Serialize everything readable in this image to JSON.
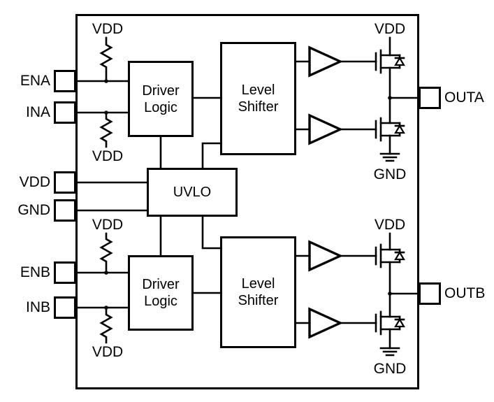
{
  "diagram": {
    "left_pins": [
      {
        "label": "ENA"
      },
      {
        "label": "INA"
      },
      {
        "label": "VDD"
      },
      {
        "label": "GND"
      },
      {
        "label": "ENB"
      },
      {
        "label": "INB"
      }
    ],
    "right_pins": [
      {
        "label": "OUTA"
      },
      {
        "label": "OUTB"
      }
    ],
    "blocks": {
      "driver_logic_a": "Driver Logic",
      "level_shifter_a": "Level Shifter",
      "uvlo": "UVLO",
      "driver_logic_b": "Driver Logic",
      "level_shifter_b": "Level Shifter"
    },
    "net_labels": {
      "vdd": "VDD",
      "gnd": "GND"
    },
    "colors": {
      "line": "#000000",
      "background": "#ffffff"
    }
  }
}
